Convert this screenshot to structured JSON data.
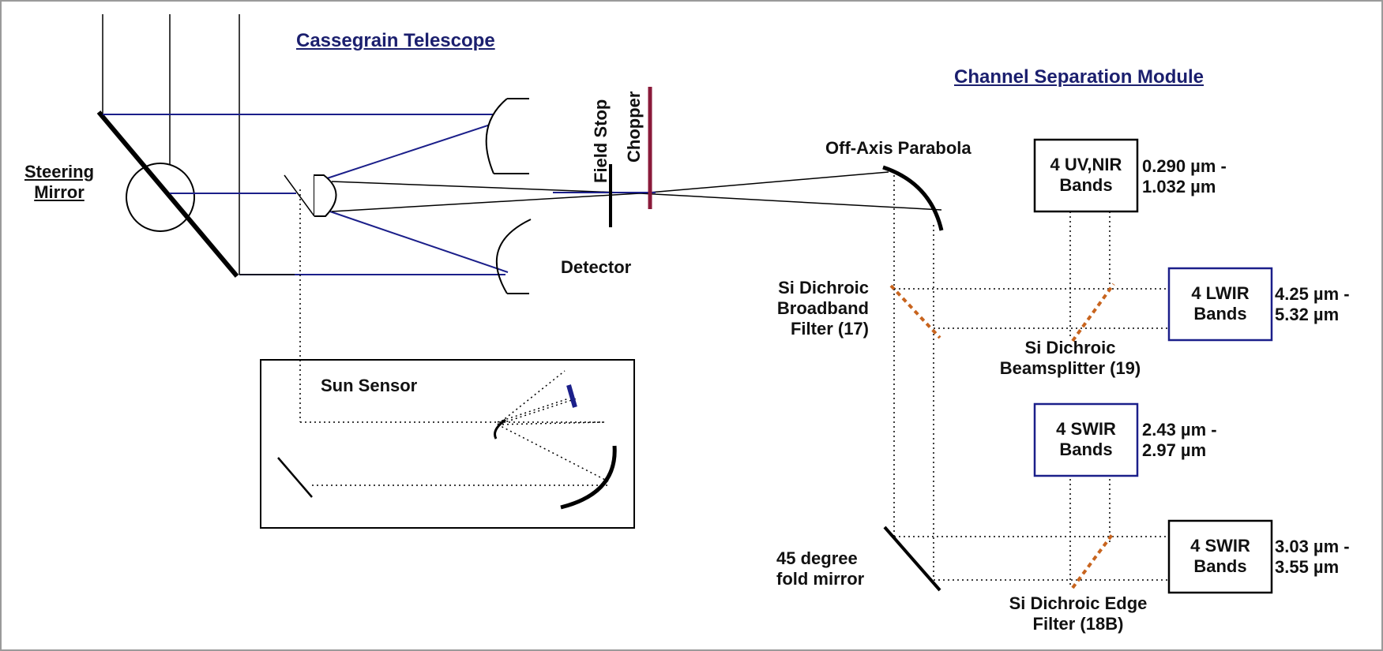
{
  "diagram": {
    "titles": {
      "cassegrain_telescope": "Cassegrain Telescope",
      "channel_separation_module": "Channel Separation Module"
    },
    "steering_mirror": [
      "Steering",
      "Mirror"
    ],
    "field_stop": "Field Stop",
    "chopper": "Chopper",
    "off_axis_parabola": "Off-Axis Parabola",
    "detector": "Detector",
    "sun_sensor": "Sun Sensor",
    "broadband_filter": [
      "Si Dichroic",
      "Broadband",
      "Filter (17)"
    ],
    "beamsplitter": [
      "Si Dichroic",
      "Beamsplitter (19)"
    ],
    "fold_mirror": [
      "45 degree",
      "fold mirror"
    ],
    "edge_filter": [
      "Si Dichroic Edge",
      "Filter (18B)"
    ],
    "detector_boxes": {
      "uv_nir": {
        "label": [
          "4 UV,NIR",
          "Bands"
        ],
        "range": [
          "0.290 µm -",
          "1.032 µm"
        ]
      },
      "lwir": {
        "label": [
          "4 LWIR",
          "Bands"
        ],
        "range": [
          "4.25 µm -",
          "5.32 µm"
        ]
      },
      "swir_a": {
        "label": [
          "4 SWIR",
          "Bands"
        ],
        "range": [
          "2.43 µm -",
          "2.97 µm"
        ]
      },
      "swir_b": {
        "label": [
          "4 SWIR",
          "Bands"
        ],
        "range": [
          "3.03 µm -",
          "3.55 µm"
        ]
      }
    },
    "colors": {
      "ray_blue": "#1b1f8a",
      "text": "#111111",
      "title_blue": "#1b1f6e",
      "chopper_red": "#8a1a3a",
      "filter_orange": "#c8641e",
      "frame": "#9a9a9a"
    }
  }
}
